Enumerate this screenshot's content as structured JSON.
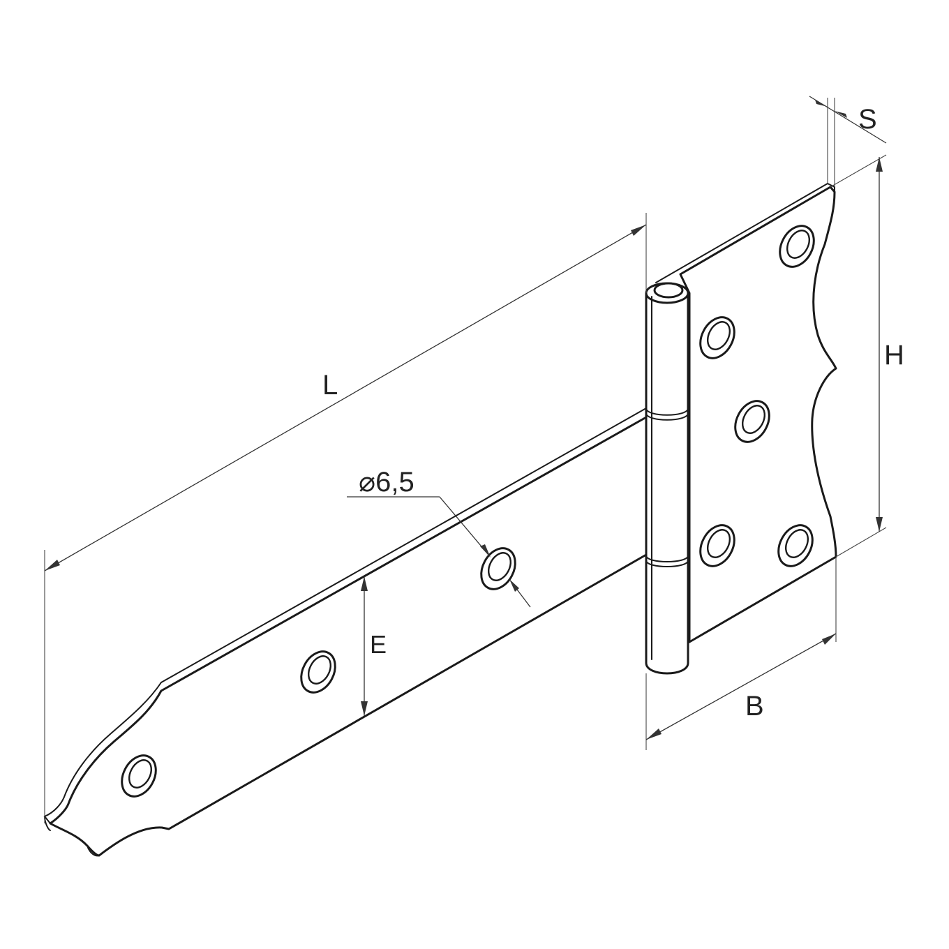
{
  "drawing": {
    "labels": {
      "length": "L",
      "height": "H",
      "width": "B",
      "thickness": "S",
      "strap_width": "E",
      "hole_diameter": "⌀6,5"
    }
  }
}
